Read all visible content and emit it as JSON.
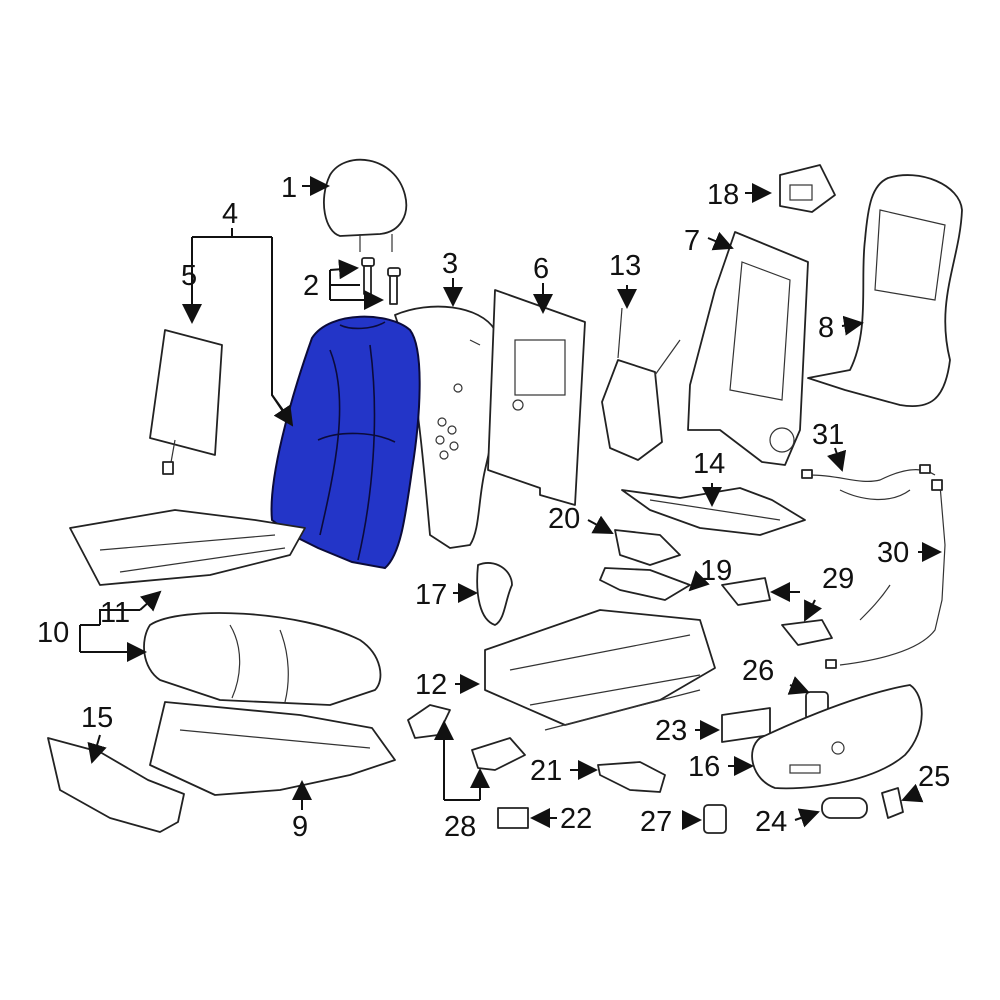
{
  "diagram": {
    "highlight_color": "#2335c8",
    "callouts": [
      "1",
      "2",
      "3",
      "4",
      "5",
      "6",
      "7",
      "8",
      "9",
      "10",
      "11",
      "12",
      "13",
      "14",
      "15",
      "16",
      "17",
      "18",
      "19",
      "20",
      "21",
      "22",
      "23",
      "24",
      "25",
      "26",
      "27",
      "28",
      "29",
      "30",
      "31"
    ]
  }
}
